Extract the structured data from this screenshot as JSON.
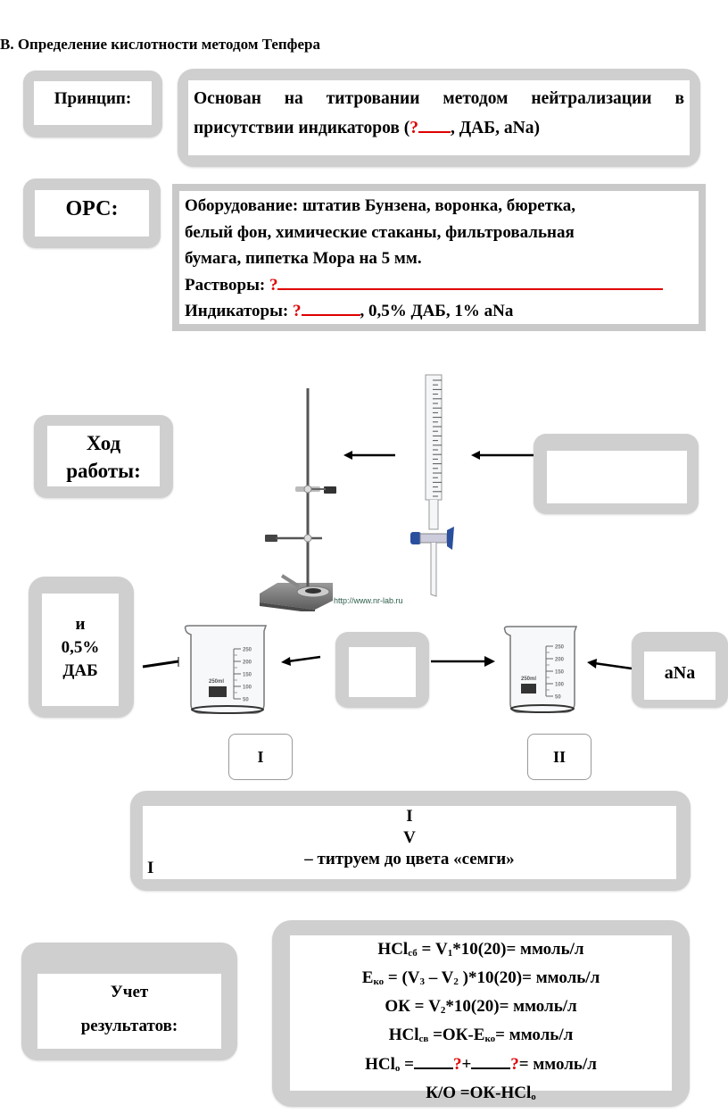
{
  "title": "B. Определение кислотности методом Тепфера",
  "principle": {
    "label": "Принцип:",
    "text_line1": "Основан на титровании методом нейтрализации в",
    "text_line2_prefix": "присутствии индикаторов (",
    "text_line2_q": "?",
    "text_line2_suffix": ", ДАБ, aNa)"
  },
  "orc": {
    "label": "ОРС:",
    "equipment_line1": "Оборудование: штатив Бунзена, воронка, бюретка,",
    "equipment_line2": "белый фон, химические стаканы, фильтровальная",
    "equipment_line3": "бумага, пипетка Мора на 5 мм.",
    "solutions_label": "Растворы: ",
    "solutions_q": "?",
    "indicators_label": "Индикаторы: ",
    "indicators_q": "?",
    "indicators_rest": ", 0,5% ДАБ, 1% aNa"
  },
  "procedure": {
    "label_line1": "Ход",
    "label_line2": "работы:",
    "top_right_box": "",
    "left_box_line1": "и",
    "left_box_line2": "0,5%",
    "left_box_line3": "ДАБ",
    "middle_box": "",
    "right_box": "aNa",
    "watermark_url": "http://www.nr-lab.ru",
    "beaker_label": "250ml",
    "beaker_scale": [
      "250",
      "200",
      "150",
      "100",
      "50"
    ],
    "roman_1": "I",
    "roman_2": "II"
  },
  "titration": {
    "line1": "I",
    "line2": "V",
    "line3": "– титруем до цвета «семги»",
    "corner_mark": "I"
  },
  "results": {
    "label_line1": "Учет",
    "label_line2": "результатов:",
    "f1": {
      "a": "HCl",
      "a_sub": "сб",
      "b": " = V",
      "b_sub": "1",
      "c": "*10(20)= ммоль/л"
    },
    "f2": {
      "a": "E",
      "a_sub": "ко",
      "b": " = (V",
      "b_sub": "3",
      "c": " – V",
      "c_sub": "2",
      "d": " )*10(20)= ммоль/л"
    },
    "f3": {
      "a": "ОК = V",
      "a_sub": "2",
      "b": "*10(20)= ммоль/л"
    },
    "f4": {
      "a": "HCl",
      "a_sub": "св",
      "b": " =ОК-E",
      "b_sub": "ко",
      "c": "= ммоль/л"
    },
    "f5": {
      "a": "HCl",
      "a_sub": "о",
      "b": " =",
      "q1": "?",
      "plus": "+",
      "q2": "?",
      "c": "= ммоль/л"
    },
    "f6": {
      "a": "К/О =ОК-HCl",
      "a_sub": "о"
    }
  },
  "colors": {
    "frame_gray": "#cfcfcf",
    "accent_red": "#e00000",
    "burette_blue": "#2a4f9e"
  }
}
